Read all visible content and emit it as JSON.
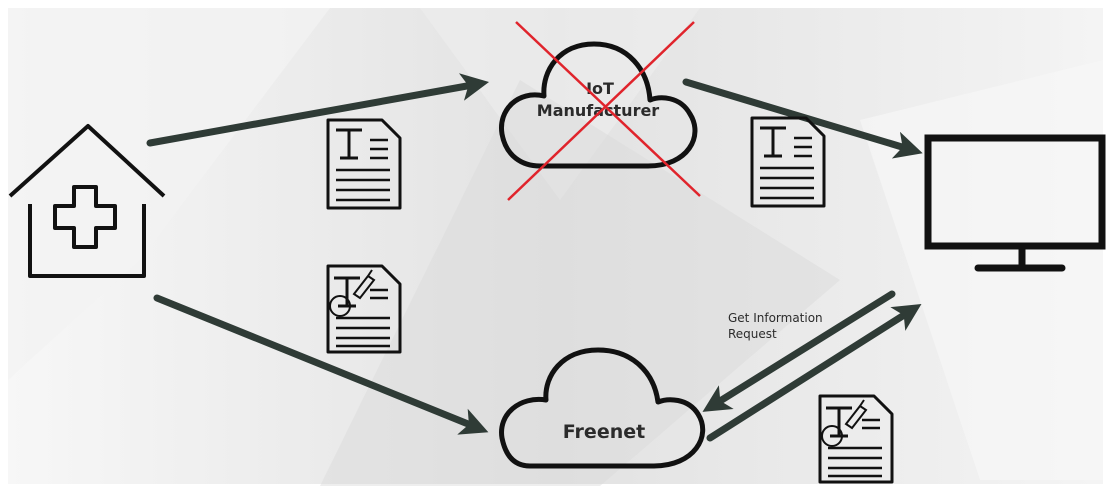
{
  "nodes": {
    "iot_manufacturer": {
      "line1": "IoT",
      "line2": "Manufacturer"
    },
    "freenet": {
      "label": "Freenet"
    }
  },
  "annotations": {
    "request": {
      "line1": "Get Information",
      "line2": "Request"
    }
  },
  "icons": [
    "hospital-icon",
    "cloud-icon",
    "document-icon",
    "signed-document-icon",
    "monitor-icon"
  ],
  "colors": {
    "arrow": "#2f3b36",
    "stroke": "#111111",
    "cross": "#e0242c",
    "background": "#ededed"
  }
}
